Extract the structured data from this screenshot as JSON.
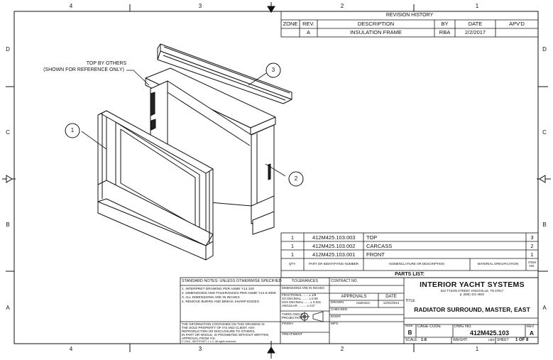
{
  "zones": {
    "columns": [
      "4",
      "3",
      "2",
      "1"
    ],
    "rows": [
      "D",
      "C",
      "B",
      "A"
    ]
  },
  "revision": {
    "title": "REVISION HISTORY",
    "headers": [
      "ZONE",
      "REV.",
      "DESCRIPTION",
      "BY",
      "DATE",
      "APV'D"
    ],
    "rows": [
      {
        "zone": "",
        "rev": "A",
        "description": "INSULATION FRAME",
        "by": "RBA",
        "date": "2/2/2017",
        "apvd": ""
      }
    ]
  },
  "notes": {
    "top_by_others_line1": "TOP BY OTHERS",
    "top_by_others_line2": "(SHOWN FOR REFERENCE ONLY)"
  },
  "balloons": [
    "1",
    "2",
    "3"
  ],
  "parts_list": {
    "title": "PARTS LIST:",
    "headers": [
      "QTY.",
      "PART OR IDENTIFYING NUMBER",
      "NOMENCLATURE OR DESCRIPTION",
      "MATERIAL SPECIFICATION",
      "ITEM NO."
    ],
    "rows": [
      {
        "qty": "1",
        "part": "412M425.103.003",
        "desc": "TOP",
        "item": "3"
      },
      {
        "qty": "1",
        "part": "412M425.103.002",
        "desc": "CARCASS",
        "item": "2"
      },
      {
        "qty": "1",
        "part": "412M425.103.001",
        "desc": "FRONT",
        "item": "1"
      }
    ]
  },
  "standard_notes": {
    "title": "STANDARD NOTES: UNLESS OTHERWISE SPECIFIED",
    "items": [
      "1. INTERPRET DRAWING PER ASME Y14.100",
      "2. DIMENSIONS AND TOLERANCES PER ASME Y14.5-2009",
      "3. ALL DIMENSIONS ARE IN INCHES",
      "4. REMOVE BURRS AND BREAK SHARP EDGES"
    ],
    "disclaimer": [
      "THE INFORMATION CONTAINED ON THIS DRAWING IS",
      "THE SOLE PROPERTY OF IYS AND CLIENT. ANY",
      "REPRODUCTION OR DISCLOSURE TO OTHERS,",
      "IN PART OR WHOLE, IS PROHIBITED WITHOUT WRITTEN",
      "APPROVAL FROM IYS.",
      "© 2016 - WESTPORT, L.L.C. All rights reserved"
    ]
  },
  "tolerances": {
    "title": "TOLERANCES",
    "units": "DIMENSIONS ARE IN INCHES",
    "fractional": "FRACTIONAL ...... ± 1/8",
    "xx": "XX  DECIMAL ....... ± 0.06",
    "xxx": "XXX DECIMAL ...... ± 0.031",
    "angular": "ANGULAR ......... ± 0.5°",
    "projection_line1": "THIRD ANGLE",
    "projection_line2": "PROJECTION",
    "finish": "FINISH",
    "treatment": "TREATMENT"
  },
  "approvals": {
    "contract_label": "CONTRACT NO.",
    "title": "APPROVALS",
    "date_label": "DATE",
    "drawn_label": "DRAWN",
    "drawn_by": "randerson",
    "drawn_date": "12/31/2014",
    "checked_label": "CHECKED",
    "engr_label": "ENGR",
    "mfg_label": "MFG"
  },
  "company": {
    "name": "INTERIOR YACHT SYSTEMS",
    "address": "822 TYSON STREET, KNOXVILLE, TN 37917",
    "phone": "p: (865) 421-4920"
  },
  "title_block": {
    "title_label": "TITLE",
    "title": "RADIATOR SURROUND, MASTER, EAST",
    "size_label": "SIZE",
    "size": "B",
    "cage_label": "CAGE CODE",
    "dwg_label": "DWG NO.",
    "dwg_no": "412M425.103",
    "rev_label": "REV",
    "rev": "A",
    "scale_label": "SCALE:",
    "scale": "1:8",
    "weight_label": "WEIGHT:",
    "weight_unit": "LBS",
    "sheet_label": "SHEET",
    "sheet": "1 OF 8"
  },
  "colors": {
    "line": "#111111",
    "grid": "#444444",
    "paper": "#ffffff"
  }
}
